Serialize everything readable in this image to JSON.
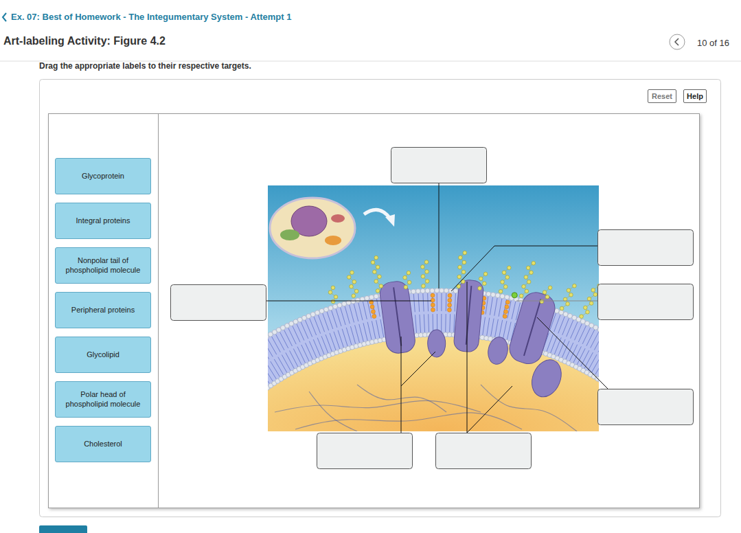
{
  "diagram": {
    "title": "Art-labeling Activity: Figure 4.2",
    "nodes": [
      {
        "text": [
          "Reset"
        ]
      },
      {
        "text": [
          "Help"
        ]
      },
      {
        "text": [
          "Glycoprotein"
        ]
      },
      {
        "text": [
          "Integral proteins"
        ]
      },
      {
        "text": [
          "Nonpolar tail of phospholipid molecule"
        ]
      },
      {
        "text": [
          "Peripheral proteins"
        ]
      },
      {
        "text": [
          "Glycolipid"
        ]
      },
      {
        "text": [
          "Polar head of phospholipid molecule"
        ]
      },
      {
        "text": [
          "Cholesterol"
        ]
      }
    ],
    "labels": [
      "Ex. 07: Best of Homework - The Integumentary System - Attempt 1",
      "10 of 16",
      "Drag the appropriate labels to their respective targets."
    ]
  }
}
